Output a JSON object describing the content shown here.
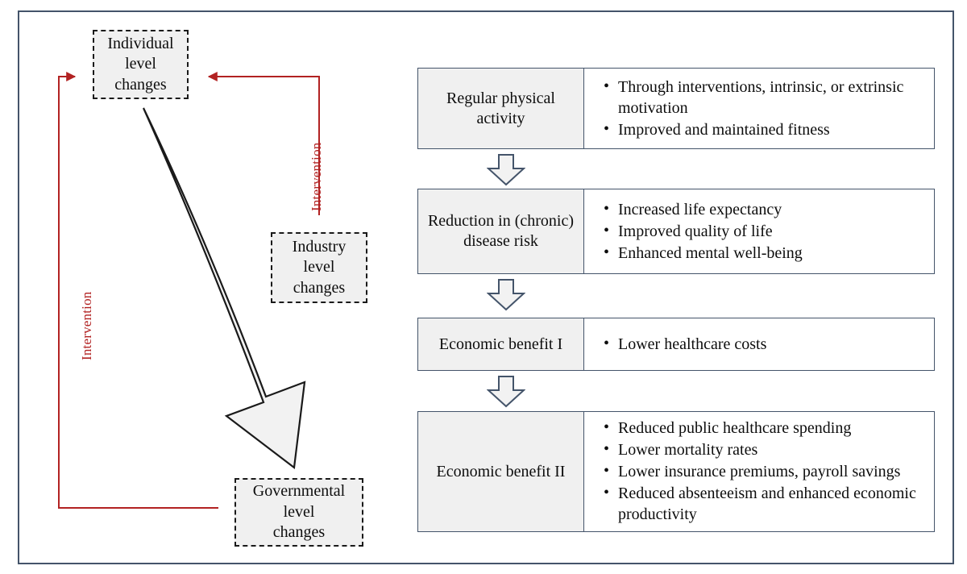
{
  "figure": {
    "title": "Physical activity intervention and economic benefit framework",
    "frame_color": "#44546a",
    "accent_red": "#b22222",
    "box_fill": "#f0f0f0"
  },
  "left_panel": {
    "boxes": [
      {
        "id": "individual",
        "label": "Individual\nlevel\nchanges"
      },
      {
        "id": "industry",
        "label": "Industry\nlevel\nchanges"
      },
      {
        "id": "governmental",
        "label": "Governmental\nlevel\nchanges"
      }
    ],
    "intervention_labels": [
      {
        "id": "left",
        "text": "Intervention"
      },
      {
        "id": "right",
        "text": "Intervention"
      }
    ]
  },
  "right_panel": {
    "rows": [
      {
        "title": "Regular physical activity",
        "bullets": [
          "Through interventions, intrinsic, or extrinsic motivation",
          "Improved and maintained fitness"
        ]
      },
      {
        "title": "Reduction in (chronic) disease risk",
        "bullets": [
          "Increased life expectancy",
          "Improved quality of life",
          "Enhanced mental well-being"
        ]
      },
      {
        "title": "Economic benefit I",
        "bullets": [
          "Lower healthcare costs"
        ]
      },
      {
        "title": "Economic benefit II",
        "bullets": [
          "Reduced public healthcare spending",
          "Lower mortality rates",
          "Lower insurance premiums, payroll savings",
          "Reduced absenteeism and enhanced economic productivity"
        ]
      }
    ],
    "connectors": [
      {
        "id": "connector-0",
        "icon": "down-block-arrow-icon"
      },
      {
        "id": "connector-1",
        "icon": "down-block-arrow-icon"
      },
      {
        "id": "connector-2",
        "icon": "down-block-arrow-icon"
      }
    ]
  }
}
